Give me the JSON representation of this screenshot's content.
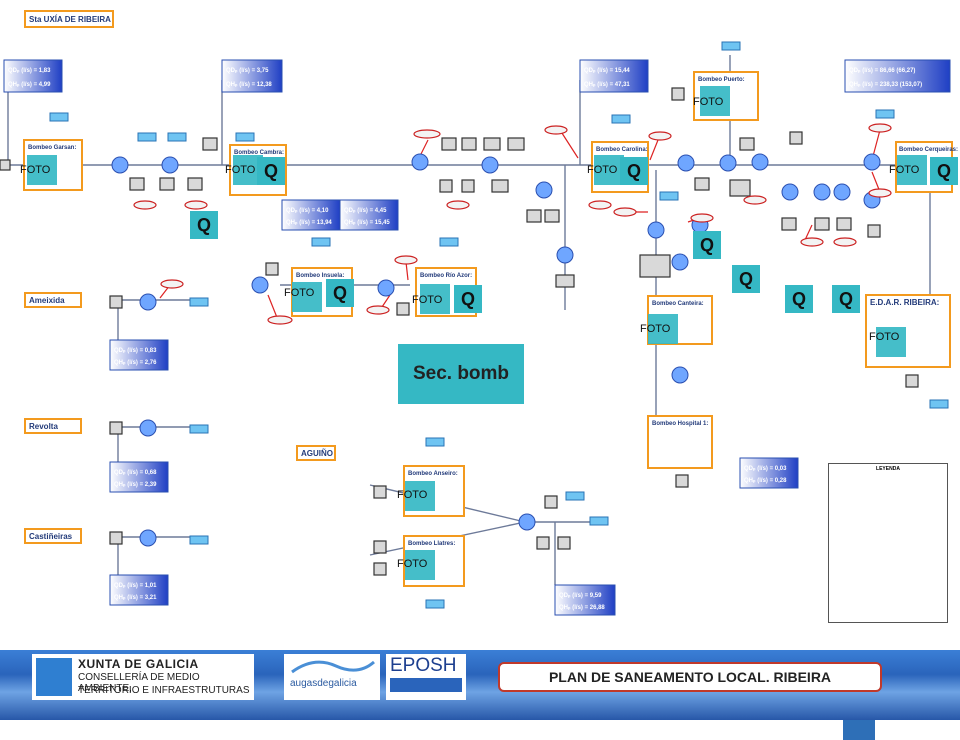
{
  "title": "Sta UXÍA DE RIBEIRA",
  "zones": {
    "ameixida": "Ameixida",
    "revolta": "Revolta",
    "castineiras": "Castiñeiras",
    "aguino": "AGUIÑO"
  },
  "stations": {
    "garsan": "Bombeo Garsan:",
    "cambra": "Bombeo Cambra:",
    "carolina": "Bombeo Carolina:",
    "puerto": "Bombeo Puerto:",
    "cerqueiras": "Bombeo Cerqueiras:",
    "insuela": "Bombeo Insuela:",
    "rio_azor": "Bombeo Río Azor:",
    "canteira": "Bombeo Canteira:",
    "hospital": "Bombeo Hospital 1:",
    "edar": "E.D.A.R. RIBEIRA:",
    "anseiro": "Bombeo Anseiro:",
    "llatres": "Bombeo Llatres:"
  },
  "flows": {
    "f1a": "QDₚ (l/s) = 1,83",
    "f1b": "QHₚ (l/s) = 4,99",
    "f2a": "QDₚ (l/s) = 3,75",
    "f2b": "QHₚ (l/s) = 12,38",
    "f3a": "QDₚ (l/s) = 15,44",
    "f3b": "QHₚ (l/s) = 47,31",
    "f4a": "QDₚ (l/s) = 86,66 (66,27)",
    "f4b": "QHₚ (l/s) = 238,33 (153,07)",
    "f5a": "QDₚ (l/s) = 4,10",
    "f5b": "QHₚ (l/s) = 13,94",
    "f6a": "QDₚ (l/s) = 4,45",
    "f6b": "QHₚ (l/s) = 15,45",
    "f7a": "QDₚ (l/s) = 0,83",
    "f7b": "QHₚ (l/s) = 2,76",
    "f8a": "QDₚ (l/s) = 0,68",
    "f8b": "QHₚ (l/s) = 2,39",
    "f9a": "QDₚ (l/s) = 1,01",
    "f9b": "QHₚ (l/s) = 3,21",
    "f10a": "QDₚ (l/s) = 0,03",
    "f10b": "QHₚ (l/s) = 0,28",
    "f11a": "QDₚ (l/s) = 9,59",
    "f11b": "QHₚ (l/s) = 26,88"
  },
  "foto_label": "FOTO",
  "q_label": "Q",
  "sec_label": "Sec. bomb",
  "legend_title": "LEYENDA",
  "footer": {
    "xunta_line1": "XUNTA DE GALICIA",
    "xunta_line2": "CONSELLERÍA DE MEDIO AMBIENTE,",
    "xunta_line3": "TERRITORIO E INFRAESTRUTURAS",
    "augas": "augasdegalicia",
    "eposh": "EPOSH",
    "plan": "PLAN DE SANEAMENTO LOCAL. RIBEIRA"
  }
}
